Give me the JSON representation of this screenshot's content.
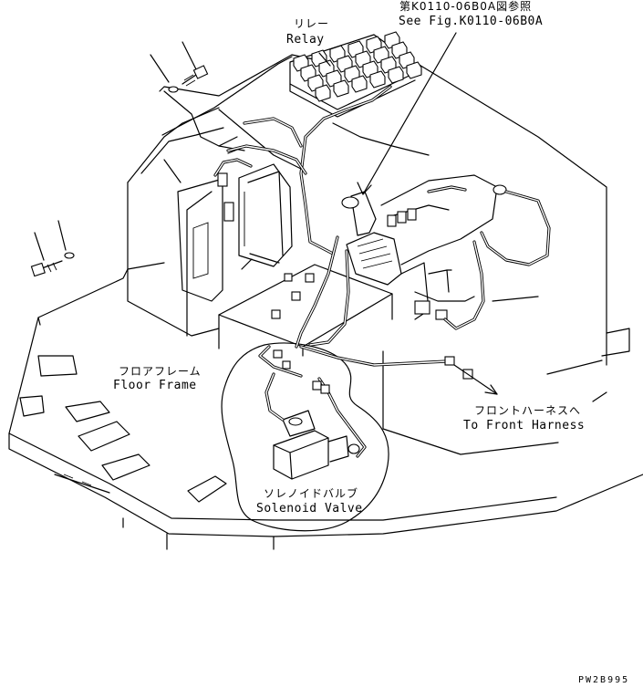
{
  "labels": {
    "relay_jp": "リレー",
    "relay_en": "Relay",
    "ref_jp": "第K0110-06B0A図参照",
    "ref_en": "See Fig.K0110-06B0A",
    "floor_jp": "フロアフレーム",
    "floor_en": "Floor Frame",
    "front_jp": "フロントハーネスへ",
    "front_en": "To Front Harness",
    "solenoid_jp": "ソレノイドバルブ",
    "solenoid_en": "Solenoid Valve",
    "drawing_code": "PW2B995"
  },
  "colors": {
    "ink": "#000000",
    "paper": "#ffffff"
  }
}
